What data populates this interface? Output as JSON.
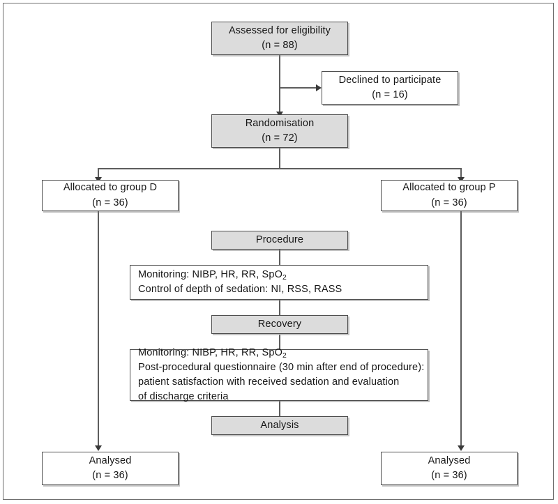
{
  "diagram": {
    "title": "CONSORT participant flow diagram",
    "colors": {
      "shaded_fill": "#dcdcdc",
      "plain_fill": "#ffffff",
      "box_border": "#4d4d4d",
      "connector": "#5d5d5d",
      "frame_border": "#6e6e6e",
      "text": "#161616"
    },
    "nodes": {
      "assessed": {
        "line1": "Assessed for eligibility",
        "line2": "(n = 88)"
      },
      "declined": {
        "line1": "Declined to participate",
        "line2": "(n = 16)"
      },
      "randomisation": {
        "line1": "Randomisation",
        "line2": "(n = 72)"
      },
      "allocated_d": {
        "line1": "Allocated to group D",
        "line2": "(n = 36)"
      },
      "allocated_p": {
        "line1": "Allocated to group P",
        "line2": "(n = 36)"
      },
      "procedure": {
        "line1": "Procedure"
      },
      "procedure_detail": {
        "line1_a": "Monitoring: NIBP, HR, RR, SpO",
        "line1_sub": "2",
        "line2": "Control of depth of sedation: NI, RSS, RASS"
      },
      "recovery": {
        "line1": "Recovery"
      },
      "recovery_detail": {
        "line1_a": "Monitoring: NIBP, HR, RR, SpO",
        "line1_sub": "2",
        "line2": "Post-procedural questionnaire (30 min after end of procedure):",
        "line3": "patient satisfaction with received sedation and evaluation",
        "line4": "of discharge criteria"
      },
      "analysis": {
        "line1": "Analysis"
      },
      "analysed_d": {
        "line1": "Analysed",
        "line2": "(n = 36)"
      },
      "analysed_p": {
        "line1": "Analysed",
        "line2": "(n = 36)"
      }
    }
  }
}
